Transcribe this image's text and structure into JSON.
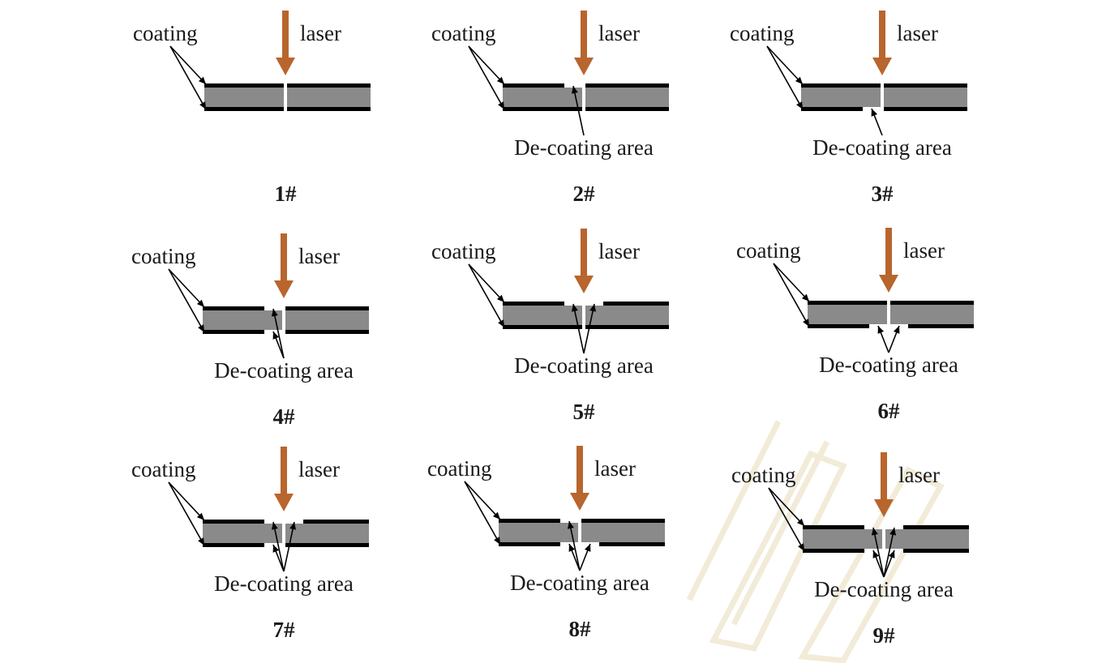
{
  "labels": {
    "coating": "coating",
    "laser": "laser",
    "decoating": "De-coating area"
  },
  "colors": {
    "laser_arrow": "#b8652e",
    "coating": "#000000",
    "core": "#8a8a8a",
    "watermark": "#f1ebd8"
  },
  "panels": [
    {
      "id": "1#",
      "label": "1#",
      "decoating_label": "",
      "removed": []
    },
    {
      "id": "2#",
      "label": "2#",
      "decoating_label": "De-coating area",
      "removed": [
        "top-left"
      ]
    },
    {
      "id": "3#",
      "label": "3#",
      "decoating_label": "De-coating area",
      "removed": [
        "bottom-left"
      ]
    },
    {
      "id": "4#",
      "label": "4#",
      "decoating_label": "De-coating area",
      "removed": [
        "top-left",
        "bottom-left"
      ]
    },
    {
      "id": "5#",
      "label": "5#",
      "decoating_label": "De-coating area",
      "removed": [
        "top-left",
        "top-right"
      ]
    },
    {
      "id": "6#",
      "label": "6#",
      "decoating_label": "De-coating area",
      "removed": [
        "bottom-left",
        "bottom-right"
      ]
    },
    {
      "id": "7#",
      "label": "7#",
      "decoating_label": "De-coating area",
      "removed": [
        "top-left",
        "top-right",
        "bottom-left"
      ]
    },
    {
      "id": "8#",
      "label": "8#",
      "decoating_label": "De-coating area",
      "removed": [
        "top-left",
        "bottom-left",
        "bottom-right"
      ]
    },
    {
      "id": "9#",
      "label": "9#",
      "decoating_label": "De-coating area",
      "removed": [
        "top-left",
        "top-right",
        "bottom-left",
        "bottom-right"
      ]
    }
  ]
}
